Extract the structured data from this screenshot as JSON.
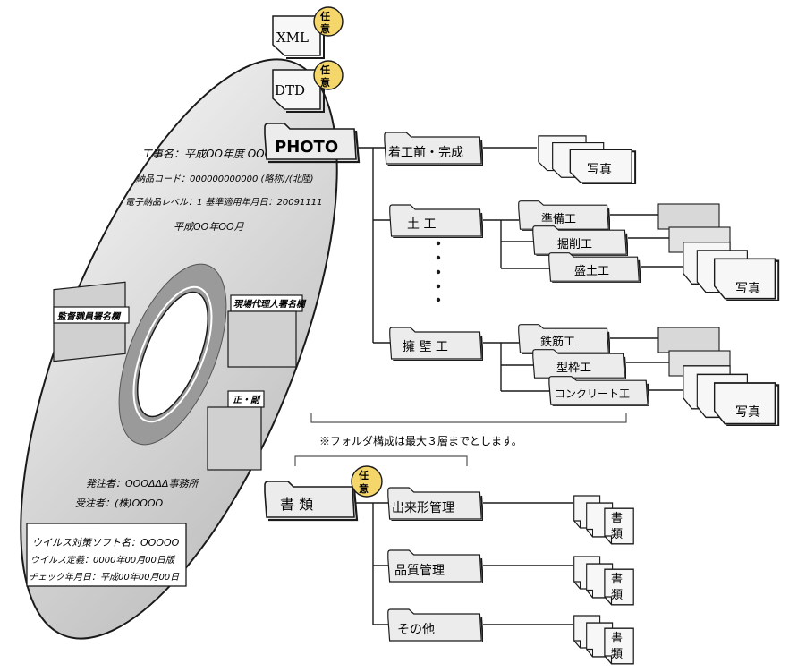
{
  "disc": {
    "label_lines": [
      "工事名：平成OO年度 OOO",
      "納品コード：000000000000 (略称)/(北陸)",
      "電子納品レベル：1 基準適用年月日：20091111",
      "平成OO年OO月"
    ],
    "inspector_sign_label": "監督職員署名欄",
    "agent_sign_label": "現場代理人署名欄",
    "copy_type_label": "正・副",
    "client_line": "発注者：OOOΔΔΔ事務所",
    "contractor_line": "受注者：(株)OOOO",
    "antivirus_lines": [
      "ウイルス対策ソフト名：OOOOO",
      "ウイルス定義：0000年00月00日版",
      "チェック年月日：平成00年00月00日"
    ]
  },
  "files": {
    "xml_label": "XML",
    "dtd_label": "DTD",
    "optional_badge": "任意"
  },
  "photo": {
    "root_label": "PHOTO",
    "folders": {
      "before_after": "着工前・完成",
      "earthwork": "土 工",
      "retaining_wall": "擁 壁 工"
    },
    "subfolders": {
      "preparation": "準備工",
      "excavation": "掘削工",
      "embankment": "盛土工",
      "rebar": "鉄筋工",
      "formwork": "型枠工",
      "concrete": "コンクリート工"
    },
    "file_label": "写真",
    "note": "※フォルダ構成は最大３層までとします。"
  },
  "docs": {
    "root_label": "書 類",
    "folders": {
      "as_built": "出来形管理",
      "quality": "品質管理",
      "other": "その他"
    },
    "file_label_top": "書",
    "file_label_bottom": "類"
  },
  "colors": {
    "disc_fill": "#d9d9d9",
    "disc_ring": "#9a9a9a",
    "folder_fill": "#ececec",
    "paper_fill": "#f7f7f7",
    "badge_fill": "#f5d66a",
    "line": "#1a1a1a"
  }
}
